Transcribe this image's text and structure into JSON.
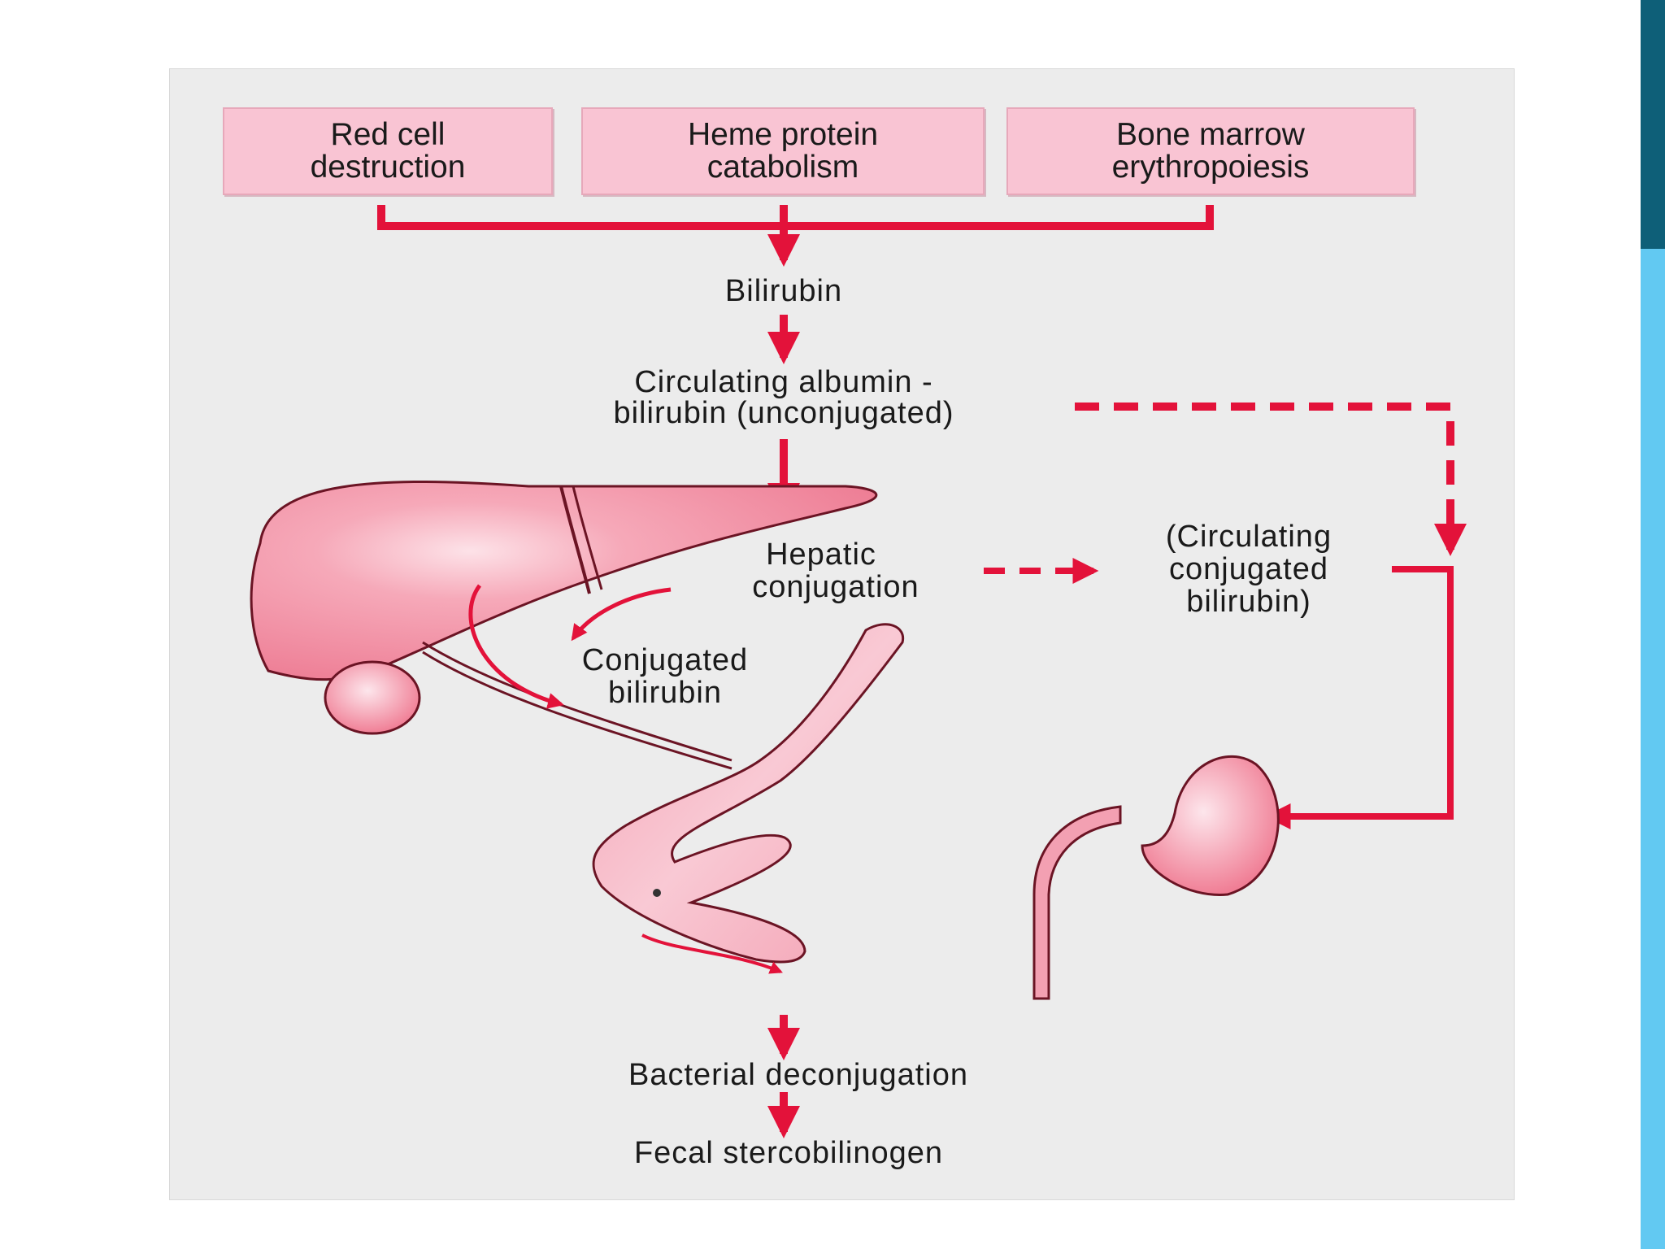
{
  "diagram": {
    "sources": [
      "Red cell\ndestruction",
      "Heme protein\ncatabolism",
      "Bone marrow\nerythropoiesis"
    ],
    "nodes": {
      "bilirubin": "Bilirubin",
      "circulating_line1": "Circulating albumin -",
      "circulating_line2": "bilirubin (unconjugated)",
      "hepatic_line1": "Hepatic",
      "hepatic_line2": "conjugation",
      "conjugated_line1": "Conjugated",
      "conjugated_line2": "bilirubin",
      "circ_conj_line1": "(Circulating",
      "circ_conj_line2": "conjugated",
      "circ_conj_line3": "bilirubin)",
      "bacterial": "Bacterial deconjugation",
      "fecal": "Fecal stercobilinogen"
    },
    "colors": {
      "arrow": "#e3123a",
      "box_fill": "#f9c4d3",
      "organ": "#f07e95",
      "panel": "#ececec",
      "edge_dark": "#0e5f78",
      "edge_light": "#62c9f2"
    }
  }
}
